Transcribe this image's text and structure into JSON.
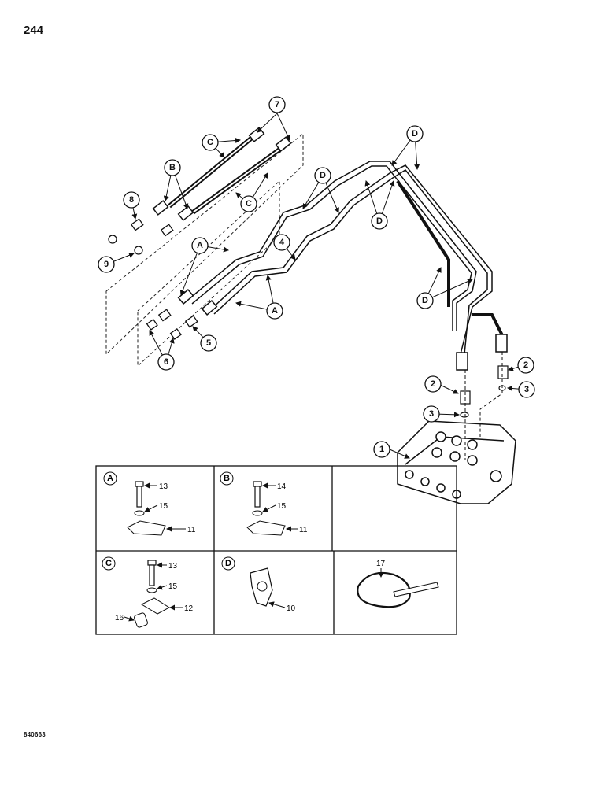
{
  "page": {
    "number": "244",
    "figure_code": "840663"
  },
  "callouts": {
    "c1": "1",
    "c2a": "2",
    "c2b": "2",
    "c3a": "3",
    "c3b": "3",
    "c4": "4",
    "c5": "5",
    "c6": "6",
    "c7": "7",
    "c8": "8",
    "c9": "9",
    "cA1": "A",
    "cA2": "A",
    "cB": "B",
    "cC1": "C",
    "cC2": "C",
    "cD1": "D",
    "cD2": "D",
    "cD3": "D",
    "cD4": "D"
  },
  "insets": {
    "A": {
      "letter": "A",
      "n13": "13",
      "n15": "15",
      "n11": "11"
    },
    "B": {
      "letter": "B",
      "n14": "14",
      "n15": "15",
      "n11": "11"
    },
    "C": {
      "letter": "C",
      "n13": "13",
      "n15": "15",
      "n12": "12",
      "n16": "16"
    },
    "D": {
      "letter": "D",
      "n10": "10"
    },
    "tie": {
      "n17": "17"
    }
  }
}
